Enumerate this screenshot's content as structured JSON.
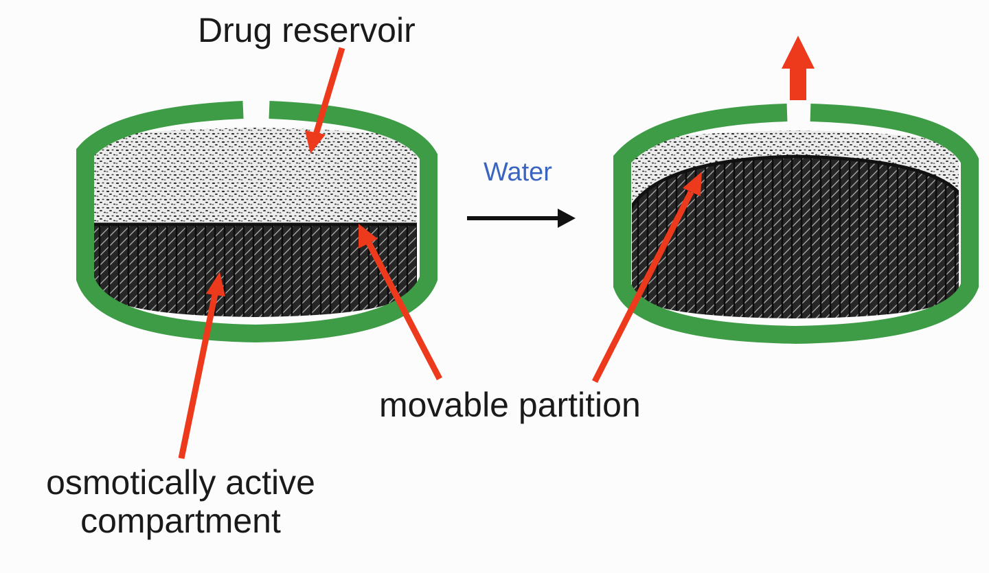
{
  "labels": {
    "drug_reservoir": "Drug reservoir",
    "water": "Water",
    "movable_partition": "movable partition",
    "osmotic_line1": "osmotically active",
    "osmotic_line2": "compartment"
  },
  "colors": {
    "shell": "#3d9c45",
    "pointer": "#ee3a1c",
    "water_text": "#3a64c0",
    "flow_arrow": "#111111",
    "drug_fill": "#e8e8e8",
    "osmotic_fill": "#2e2e2e"
  }
}
